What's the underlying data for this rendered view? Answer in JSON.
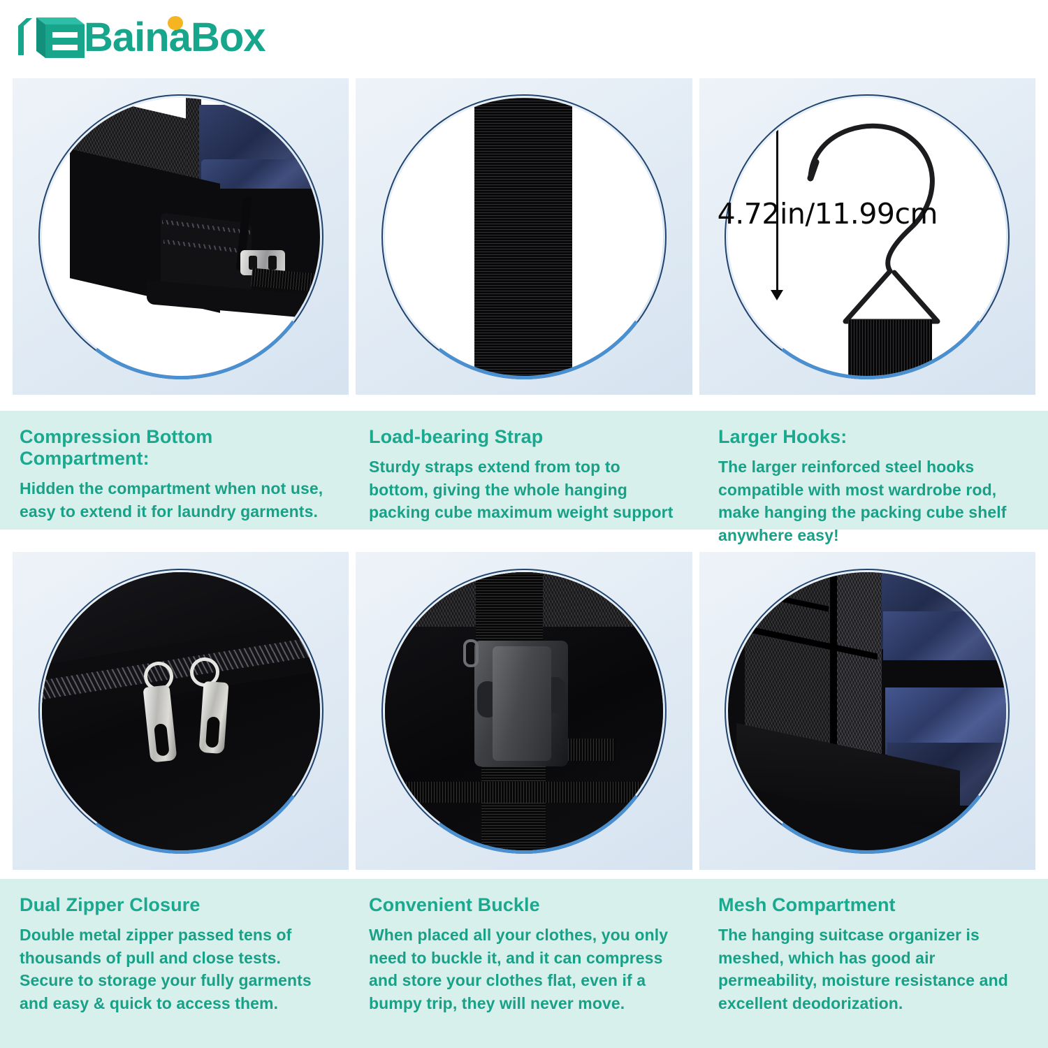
{
  "brand": {
    "name": "BainaBox",
    "logo_icon": "box-logo-icon",
    "color_teal": "#17a58c",
    "color_dot": "#f5b521"
  },
  "theme": {
    "panel_bg_top": "#eef3f8",
    "panel_bg_bottom": "#d6e3f0",
    "ring_blue": "#4a8fcf",
    "ring_navy": "#21446f",
    "text_band_bg": "#d7f0ec",
    "title_color": "#1aa88f",
    "body_color": "#19a187",
    "page_bg": "#ffffff"
  },
  "features": [
    {
      "id": "compression-bottom-compartment",
      "title": "Compression Bottom Compartment:",
      "body": "Hidden the compartment when not use, easy to extend it for laundry garments.",
      "image_alt": "packing-cube-compression-bottom-photo"
    },
    {
      "id": "load-bearing-strap",
      "title": "Load-bearing Strap",
      "body": "Sturdy straps extend from top to bottom, giving the whole hanging packing cube maximum weight support",
      "image_alt": "load-bearing-webbing-strap-photo"
    },
    {
      "id": "larger-hooks",
      "title": "Larger Hooks:",
      "body": "The larger reinforced steel hooks compatible with most wardrobe rod, make hanging the packing cube shelf anywhere easy!",
      "image_alt": "steel-s-hook-photo",
      "dimension_label": "4.72in/11.99cm"
    },
    {
      "id": "dual-zipper-closure",
      "title": "Dual Zipper Closure",
      "body": "Double metal zipper passed tens of thousands of pull and close tests. Secure to storage your fully garments and easy & quick to access them.",
      "image_alt": "dual-metal-zipper-pulls-photo"
    },
    {
      "id": "convenient-buckle",
      "title": "Convenient Buckle",
      "body": "When placed all your clothes, you only need to buckle it, and it can compress and store your clothes flat, even if a bumpy trip, they will never move.",
      "image_alt": "side-release-buckle-photo"
    },
    {
      "id": "mesh-compartment",
      "title": "Mesh Compartment",
      "body": "The hanging suitcase organizer is meshed, which has good air permeability, moisture resistance and excellent deodorization.",
      "image_alt": "mesh-side-compartment-with-folded-clothes-photo"
    }
  ]
}
